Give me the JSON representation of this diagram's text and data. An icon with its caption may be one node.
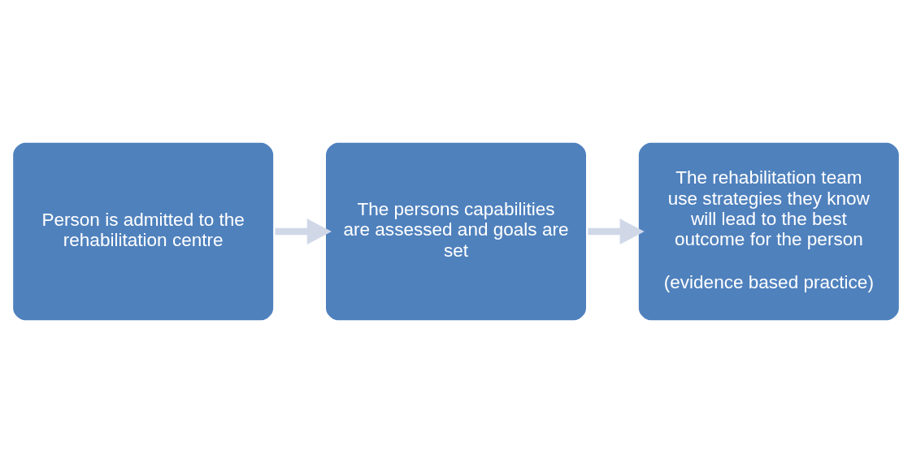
{
  "diagram": {
    "nodes": [
      {
        "text": [
          "Person is admitted to the rehabilitation centre"
        ]
      },
      {
        "text": [
          "The persons capabilities are assessed and goals are set"
        ]
      },
      {
        "text": [
          "The rehabilitation team use strategies they know will lead to the best outcome for the person",
          "(evidence based practice)"
        ]
      }
    ],
    "edges": [
      {
        "from": 0,
        "to": 1,
        "arrow": "to"
      },
      {
        "from": 1,
        "to": 2,
        "arrow": "to"
      }
    ]
  }
}
